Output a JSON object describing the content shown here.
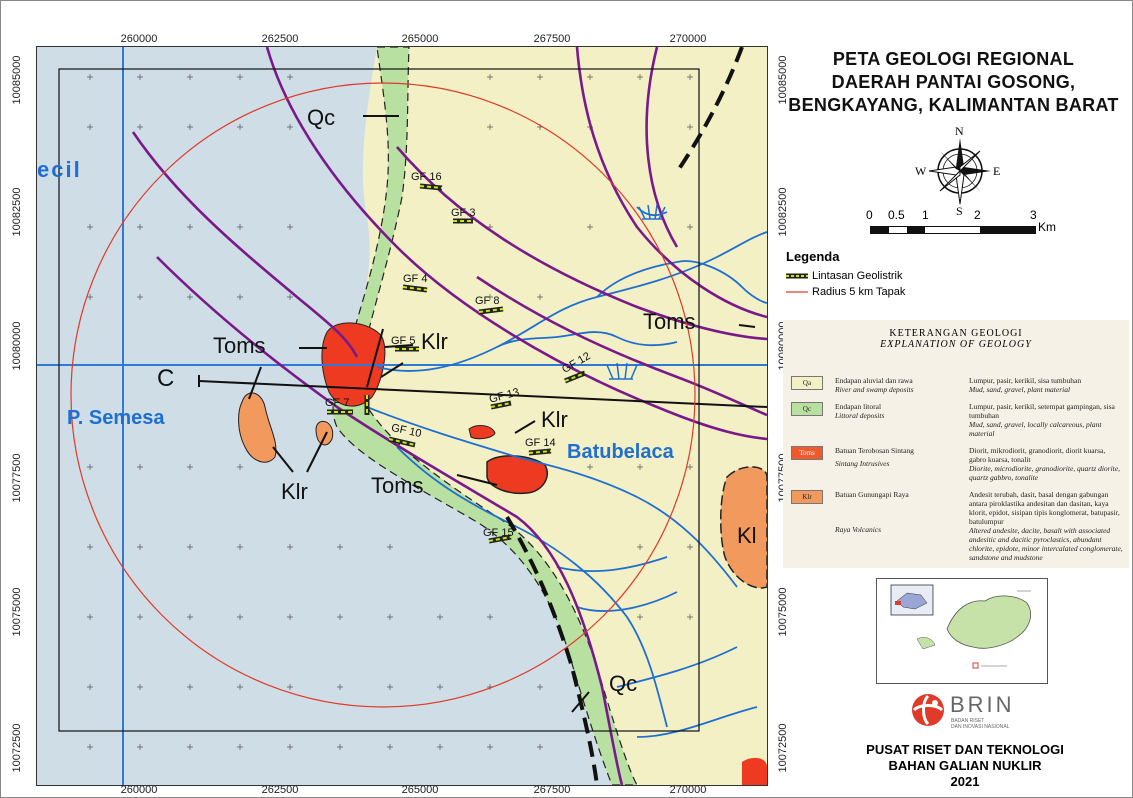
{
  "title": {
    "line1": "PETA GEOLOGI REGIONAL",
    "line2": "DAERAH PANTAI GOSONG,",
    "line3": "BENGKAYANG, KALIMANTAN BARAT"
  },
  "axes": {
    "x_ticks": [
      "260000",
      "262500",
      "265000",
      "267500",
      "270000"
    ],
    "y_ticks": [
      "10085000",
      "10082500",
      "10080000",
      "10077500",
      "10075000",
      "10072500"
    ]
  },
  "compass": {
    "n": "N",
    "s": "S",
    "e": "E",
    "w": "W"
  },
  "scalebar": {
    "labels": [
      "0",
      "0.5",
      "1",
      "2",
      "3"
    ],
    "unit": "Km"
  },
  "legend": {
    "title": "Legenda",
    "items": [
      {
        "label": "Lintasan Geolistrik",
        "color": "#2a2a2a",
        "accent": "#c8e600"
      },
      {
        "label": "Radius 5 km Tapak",
        "color": "#e03a2a"
      }
    ]
  },
  "explanation": {
    "heading": "KETERANGAN GEOLOGI",
    "heading_en": "EXPLANATION OF GEOLOGY",
    "units": [
      {
        "code": "Qa",
        "color": "#f3f0c6",
        "name": "Endapan aluvial dan rawa",
        "name_en": "River and swamp deposits",
        "desc": "Lumpur, pasir, kerikil, sisa tumbuhan",
        "desc_en": "Mud, sand, gravel, plant material"
      },
      {
        "code": "Qc",
        "color": "#b8e0a0",
        "name": "Endapan litoral",
        "name_en": "Littoral deposits",
        "desc": "Lumpur, pasir, kerikil, setempat gampingan, sisa tumbuhan",
        "desc_en": "Mud, sand, gravel, locally calcareous, plant material"
      },
      {
        "code": "Toms",
        "color": "#ee5a2e",
        "name": "Batuan Terobosan Sintang",
        "name_en": "Sintang Intrusives",
        "desc": "Diorit, mikrodiorit, granodiorit, diorit kuarsa, gabro kuarsa, tonalit",
        "desc_en": "Diorite, microdiorite, granodiorite, quartz diorite, quartz gabbro, tonalite"
      },
      {
        "code": "Klr",
        "color": "#f2995e",
        "name": "Batuan Gunungapi Raya",
        "name_en": "Raya Volcanics",
        "desc": "Andesit terubah, dasit, basal dengan gabungan antara piroklastika andesitan dan dasitan, kaya klorit, epidot, sisipan tipis konglomerat, batupasir, batulumpur",
        "desc_en": "Altered andesite, dacite, basalt with associated andesitic and dacitic pyroclastics, abundant chlorite, epidote, minor intercalated conglomerate, sandstone and mudstone"
      }
    ]
  },
  "map_labels": {
    "qc_top": "Qc",
    "qc_bottom": "Qc",
    "ecil": "ecil",
    "toms_left": "Toms",
    "toms_right": "Toms",
    "toms_bottom": "Toms",
    "klr_center": "Klr",
    "klr_right": "Klr",
    "klr_bottom": "Klr",
    "klr_edge": "Kl",
    "c": "C",
    "p_semesa": "P. Semesa",
    "batubelaca": "Batubelaca"
  },
  "survey_lines": [
    "GF 16",
    "GF 3",
    "GF 4",
    "GF 8",
    "GF 5",
    "GF 12",
    "GF 13",
    "GF 7",
    "GF 10",
    "GF 14",
    "GF 15"
  ],
  "inset": {
    "brand": "BRIN",
    "brand_sub1": "BADAN RISET",
    "brand_sub2": "DAN INOVASI NASIONAL"
  },
  "footer": {
    "line1": "PUSAT RISET DAN TEKNOLOGI",
    "line2": "BAHAN GALIAN NUKLIR",
    "line3": "2021"
  },
  "colors": {
    "sea": "#cfdde6",
    "land": "#f3f0c6",
    "qc": "#b8e0a0",
    "toms": "#ee3a20",
    "klr": "#f2995e",
    "river": "#1f6fd0",
    "fault": "#7a1a8a",
    "radius": "#e03a2a"
  }
}
